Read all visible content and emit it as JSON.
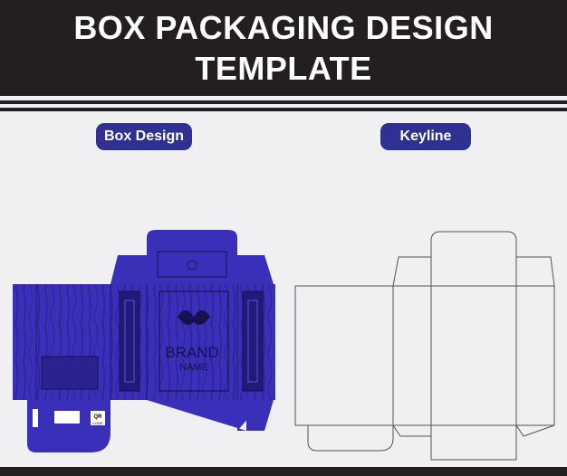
{
  "header": {
    "title_line1": "BOX PACKAGING DESIGN",
    "title_line2": "TEMPLATE"
  },
  "labels": {
    "box_design": "Box Design",
    "keyline": "Keyline"
  },
  "box_art": {
    "brand_line1": "BRAND",
    "brand_line2": "NAME",
    "qr_text": "QR\nCODE"
  },
  "colors": {
    "header_bg": "#231f20",
    "accent": "#2e3192",
    "box_blue": "#3a2fb8",
    "box_dark": "#221a7a"
  }
}
